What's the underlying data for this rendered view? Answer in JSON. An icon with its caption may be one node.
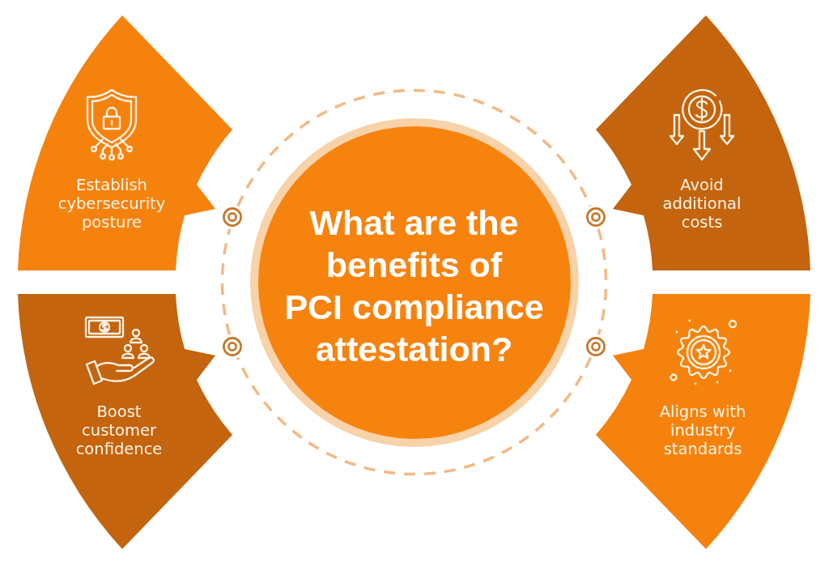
{
  "diagram": {
    "nodes": [
      {
        "text": [
          "What are the benefits of PCI compliance attestation?"
        ]
      },
      {
        "text": [
          "Establish cybersecurity posture"
        ]
      },
      {
        "text": [
          "Avoid additional costs"
        ]
      },
      {
        "text": [
          "Boost customer confidence"
        ]
      },
      {
        "text": [
          "Aligns with industry standards"
        ]
      }
    ]
  }
}
